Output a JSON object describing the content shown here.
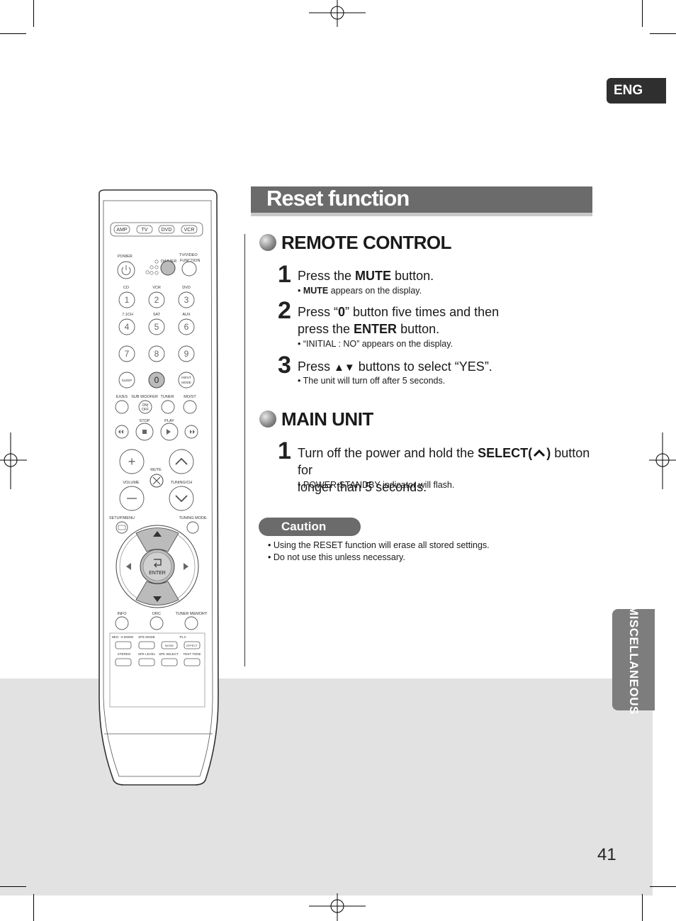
{
  "lang_tab": "ENG",
  "side_tab": "MISCELLANEOUS",
  "page_title": "Reset function",
  "remote_section": {
    "title": "REMOTE CONTROL",
    "steps": [
      {
        "num": "1",
        "pre": "Press the ",
        "bold": "MUTE",
        "post": " button.",
        "note_bold": "MUTE",
        "note": " appears on the display."
      },
      {
        "num": "2",
        "line1_pre": "Press “",
        "line1_bold": "0",
        "line1_post": "” button five times and then",
        "line2_pre": "press the ",
        "line2_bold": "ENTER",
        "line2_post": " button.",
        "note": "“INITIAL : NO” appears on the display."
      },
      {
        "num": "3",
        "pre": "Press ",
        "arrows": "▲▼",
        "post": " buttons to select “YES”.",
        "note": "The unit will turn off after 5 seconds."
      }
    ]
  },
  "main_section": {
    "title": "MAIN UNIT",
    "steps": [
      {
        "num": "1",
        "line1_pre": "Turn off the power and hold the ",
        "line1_bold": "SELECT(",
        "line1_bold2": ")",
        "line1_post": " button for",
        "line2": "longer than 5 seconds.",
        "note": "POWER STANDBY indicator will flash."
      }
    ]
  },
  "caution": {
    "label": "Caution",
    "items": [
      "Using the RESET function will erase all stored settings.",
      "Do not use this unless necessary."
    ]
  },
  "page_number": "41",
  "remote": {
    "modes": [
      "AMP",
      "TV",
      "DVD",
      "VCR"
    ],
    "power": "POWER",
    "dimmer": "DIMMER",
    "tv_video": "TV/VIDEO",
    "function": "FUNCTION",
    "source_row": [
      "CD",
      "VCR",
      "DVD"
    ],
    "source_row2": [
      "7.1CH",
      "SAT",
      "AUX"
    ],
    "digits": [
      "1",
      "2",
      "3",
      "4",
      "5",
      "6",
      "7",
      "8",
      "9",
      "0"
    ],
    "sleep": "SLEEP",
    "input_mode_1": "INPUT",
    "input_mode_2": "MODE",
    "row_labels": [
      "EX/ES",
      "SUB WOOFER",
      "TUNER",
      "MO/ST"
    ],
    "on_off_1": "ON/",
    "on_off_2": "OFF",
    "stop": "STOP",
    "play": "PLAY",
    "mute": "MUTE",
    "volume": "VOLUME",
    "tuning_ch": "TUNING/CH",
    "setup_menu": "SETUP/MENU",
    "tuning_mode": "TUNING MODE",
    "enter": "ENTER",
    "info": "INFO",
    "drc": "DRC",
    "tuner_memory": "TUNER MEMORY",
    "neo6_mode": "NEO : 6 MODE",
    "sfe_mode": "SFE MODE",
    "pl2": "PL II",
    "mode": "MODE",
    "effect": "EFFECT",
    "bottom_labels": [
      "STEREO",
      "SPK LEVEL",
      "SPK SELECT",
      "TEST TONE"
    ]
  }
}
